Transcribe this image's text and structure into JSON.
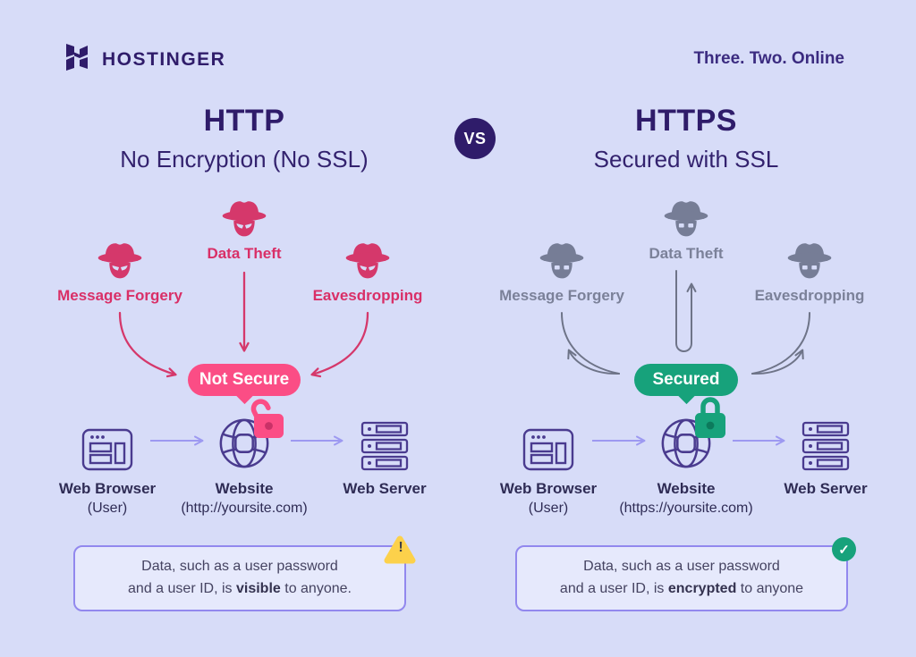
{
  "colors": {
    "background": "#d7dcf8",
    "indigo": "#2f1c6a",
    "crimson": "#d5386b",
    "pink_badge": "#fb4d85",
    "green": "#17a27b",
    "gray_threat": "#767d96",
    "node_outline": "#4a3b8f",
    "flow_arrow": "#9d99f1",
    "warning_yellow": "#fcd14b"
  },
  "header": {
    "brand": "HOSTINGER",
    "tagline": "Three. Two. Online"
  },
  "vs_label": "VS",
  "http": {
    "title": "HTTP",
    "subtitle": "No Encryption (No SSL)",
    "threats": {
      "left": "Message Forgery",
      "center": "Data Theft",
      "right": "Eavesdropping"
    },
    "badge": "Not Secure",
    "nodes": {
      "browser": {
        "label": "Web Browser",
        "sub": "(User)"
      },
      "website": {
        "label": "Website",
        "sub": "(http://yoursite.com)"
      },
      "server": {
        "label": "Web Server"
      }
    },
    "note": {
      "line1": "Data, such as a user password",
      "line2_pre": "and a user ID, is ",
      "line2_bold": "visible",
      "line2_post": " to anyone.",
      "badge_glyph": "!"
    }
  },
  "https": {
    "title": "HTTPS",
    "subtitle": "Secured with SSL",
    "threats": {
      "left": "Message Forgery",
      "center": "Data Theft",
      "right": "Eavesdropping"
    },
    "badge": "Secured",
    "nodes": {
      "browser": {
        "label": "Web Browser",
        "sub": "(User)"
      },
      "website": {
        "label": "Website",
        "sub": "(https://yoursite.com)"
      },
      "server": {
        "label": "Web Server"
      }
    },
    "note": {
      "line1": "Data, such as a user password",
      "line2_pre": "and a user ID, is ",
      "line2_bold": "encrypted",
      "line2_post": " to anyone",
      "badge_glyph": "✓"
    }
  }
}
